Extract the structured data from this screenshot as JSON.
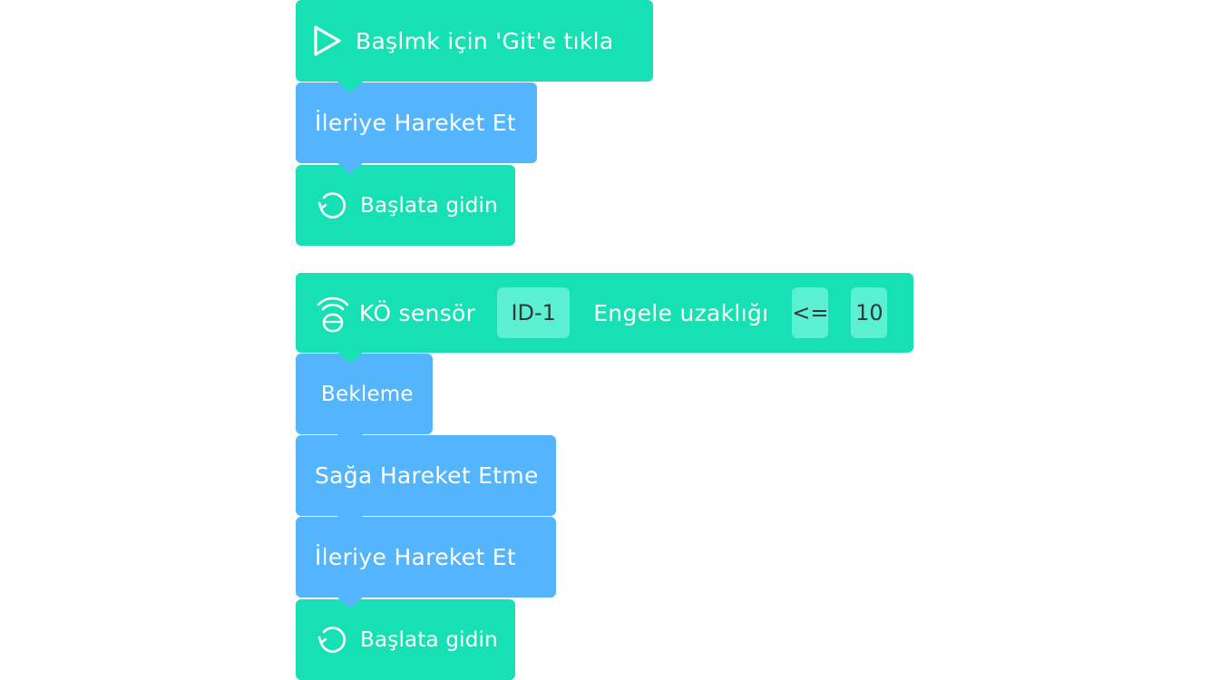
{
  "program1": {
    "start_label": "Başlmk için 'Git'e tıkla",
    "move_forward_label": "İleriye Hareket Et",
    "restart_label": "Başlata gidin"
  },
  "program2": {
    "sensor_label": "KÖ sensör",
    "sensor_id": "ID-1",
    "distance_label": "Engele uzaklığı",
    "operator": "<=",
    "threshold": "10",
    "wait_label": "Bekleme",
    "turn_right_label": "Sağa Hareket Etme",
    "move_forward_label": "İleriye Hareket Et",
    "restart_label": "Başlata gidin"
  },
  "colors": {
    "event_block": "#16e0b4",
    "motion_block": "#54b4fc",
    "param_field": "#5cf0d2"
  },
  "icons": {
    "start": "play-icon",
    "restart": "restart-icon",
    "sensor": "wireless-sensor-icon"
  }
}
